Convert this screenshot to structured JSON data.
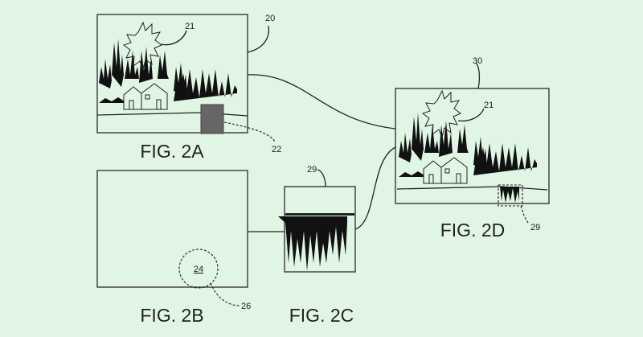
{
  "figures": {
    "fig_2a": {
      "caption": "FIG. 2A",
      "ref_image": "20",
      "ref_sun": "21",
      "ref_region": "22"
    },
    "fig_2b": {
      "caption": "FIG. 2B",
      "ref_region": "24",
      "ref_outline": "26"
    },
    "fig_2c": {
      "caption": "FIG. 2C",
      "ref_patch": "29"
    },
    "fig_2d": {
      "caption": "FIG. 2D",
      "ref_image": "30",
      "ref_sun": "21",
      "ref_patch": "29"
    }
  },
  "colors": {
    "background": "#e0f5e4",
    "ink": "#222222",
    "patch": "#666666"
  }
}
